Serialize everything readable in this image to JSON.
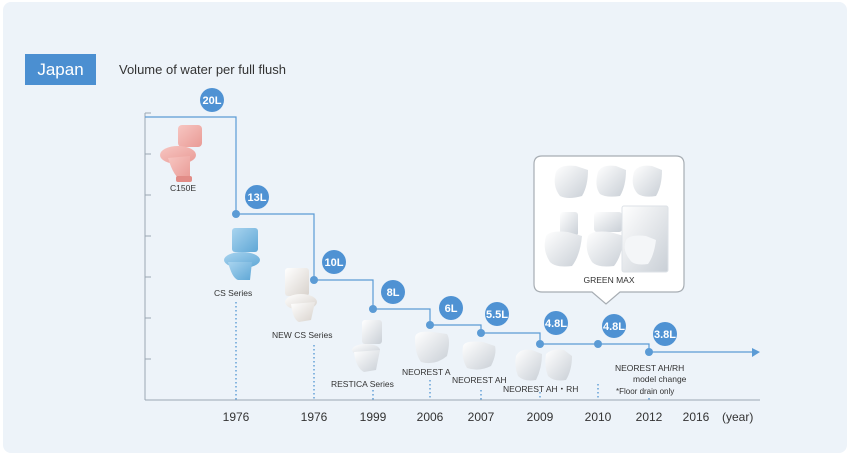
{
  "region_label": "Japan",
  "chart_data": {
    "type": "line",
    "title": "Volume of water per  full flush",
    "unit": "L",
    "x_unit_label": "(year)",
    "x_tick_labels": [
      "1976",
      "1976",
      "1999",
      "2006",
      "2007",
      "2009",
      "2010",
      "2012",
      "2016"
    ],
    "points": [
      {
        "volume": 20,
        "label": "20L",
        "product": "C150E"
      },
      {
        "volume": 13,
        "label": "13L",
        "product": "CS Series",
        "year": "1976"
      },
      {
        "volume": 10,
        "label": "10L",
        "product": "NEW CS Series",
        "year": "1976"
      },
      {
        "volume": 8,
        "label": "8L",
        "product": "RESTICA Series",
        "year": "1999"
      },
      {
        "volume": 6,
        "label": "6L",
        "product": "NEOREST A",
        "year": "2006"
      },
      {
        "volume": 5.5,
        "label": "5.5L",
        "product": "NEOREST AH",
        "year": "2007"
      },
      {
        "volume": 4.8,
        "label": "4.8L",
        "product": "NEOREST AH・RH",
        "year": "2009"
      },
      {
        "volume": 4.8,
        "label": "4.8L",
        "product": "GREEN MAX",
        "year": "2010"
      },
      {
        "volume": 3.8,
        "label": "3.8L",
        "product": "NEOREST AH/RH model change",
        "year": "2012"
      }
    ],
    "annotation_note": "*Floor drain only",
    "colors": {
      "line": "#5b9bd5",
      "badge": "#4f92d3",
      "axis": "#9aa7b3",
      "text": "#333333"
    }
  }
}
